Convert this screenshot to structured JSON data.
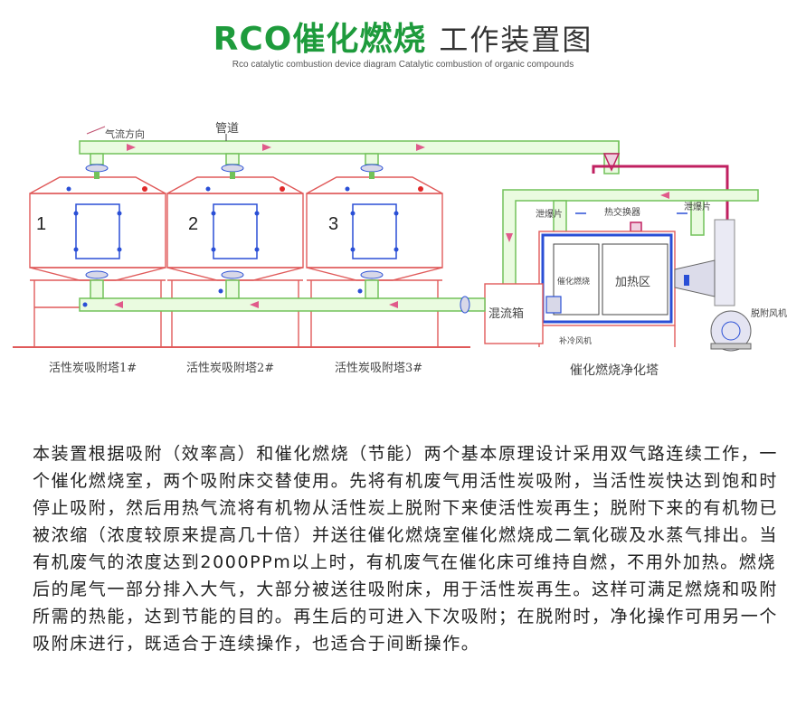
{
  "header": {
    "title_main": "RCO催化燃烧",
    "title_rest": "工作装置图",
    "subtitle": "Rco catalytic combustion device diagram Catalytic combustion of organic compounds"
  },
  "diagram": {
    "labels": {
      "airflow": "气流方向",
      "pipe": "管道",
      "mixing_box": "混流箱",
      "catalytic_chamber": "催化燃烧",
      "heating_zone": "加热区",
      "explosion_vent_left": "泄爆片",
      "heat_exchanger": "热交换器",
      "explosion_vent_right": "泄爆片",
      "desorption_fan": "脱附风机",
      "cooling_fan": "补冷风机",
      "catalytic_tower": "催化燃烧净化塔"
    },
    "towers": [
      {
        "number": "1",
        "caption": "活性炭吸附塔1#"
      },
      {
        "number": "2",
        "caption": "活性炭吸附塔2#"
      },
      {
        "number": "3",
        "caption": "活性炭吸附塔3#"
      }
    ],
    "colors": {
      "tower_line": "#e05a5a",
      "pipe_fill": "#eafbe0",
      "pipe_stroke": "#72c25a",
      "hot_pipe": "#c02060",
      "chamber_blue": "#2a4fd6",
      "arrow": "#e05a8a"
    }
  },
  "description": "本装置根据吸附（效率高）和催化燃烧（节能）两个基本原理设计采用双气路连续工作，一个催化燃烧室，两个吸附床交替使用。先将有机废气用活性炭吸附，当活性炭快达到饱和时停止吸附，然后用热气流将有机物从活性炭上脱附下来使活性炭再生；脱附下来的有机物已被浓缩（浓度较原来提高几十倍）并送往催化燃烧室催化燃烧成二氧化碳及水蒸气排出。当有机废气的浓度达到2000PPm以上时，有机废气在催化床可维持自燃，不用外加热。燃烧后的尾气一部分排入大气，大部分被送往吸附床，用于活性炭再生。这样可满足燃烧和吸附所需的热能，达到节能的目的。再生后的可进入下次吸附；在脱附时，净化操作可用另一个吸附床进行，既适合于连续操作，也适合于间断操作。"
}
